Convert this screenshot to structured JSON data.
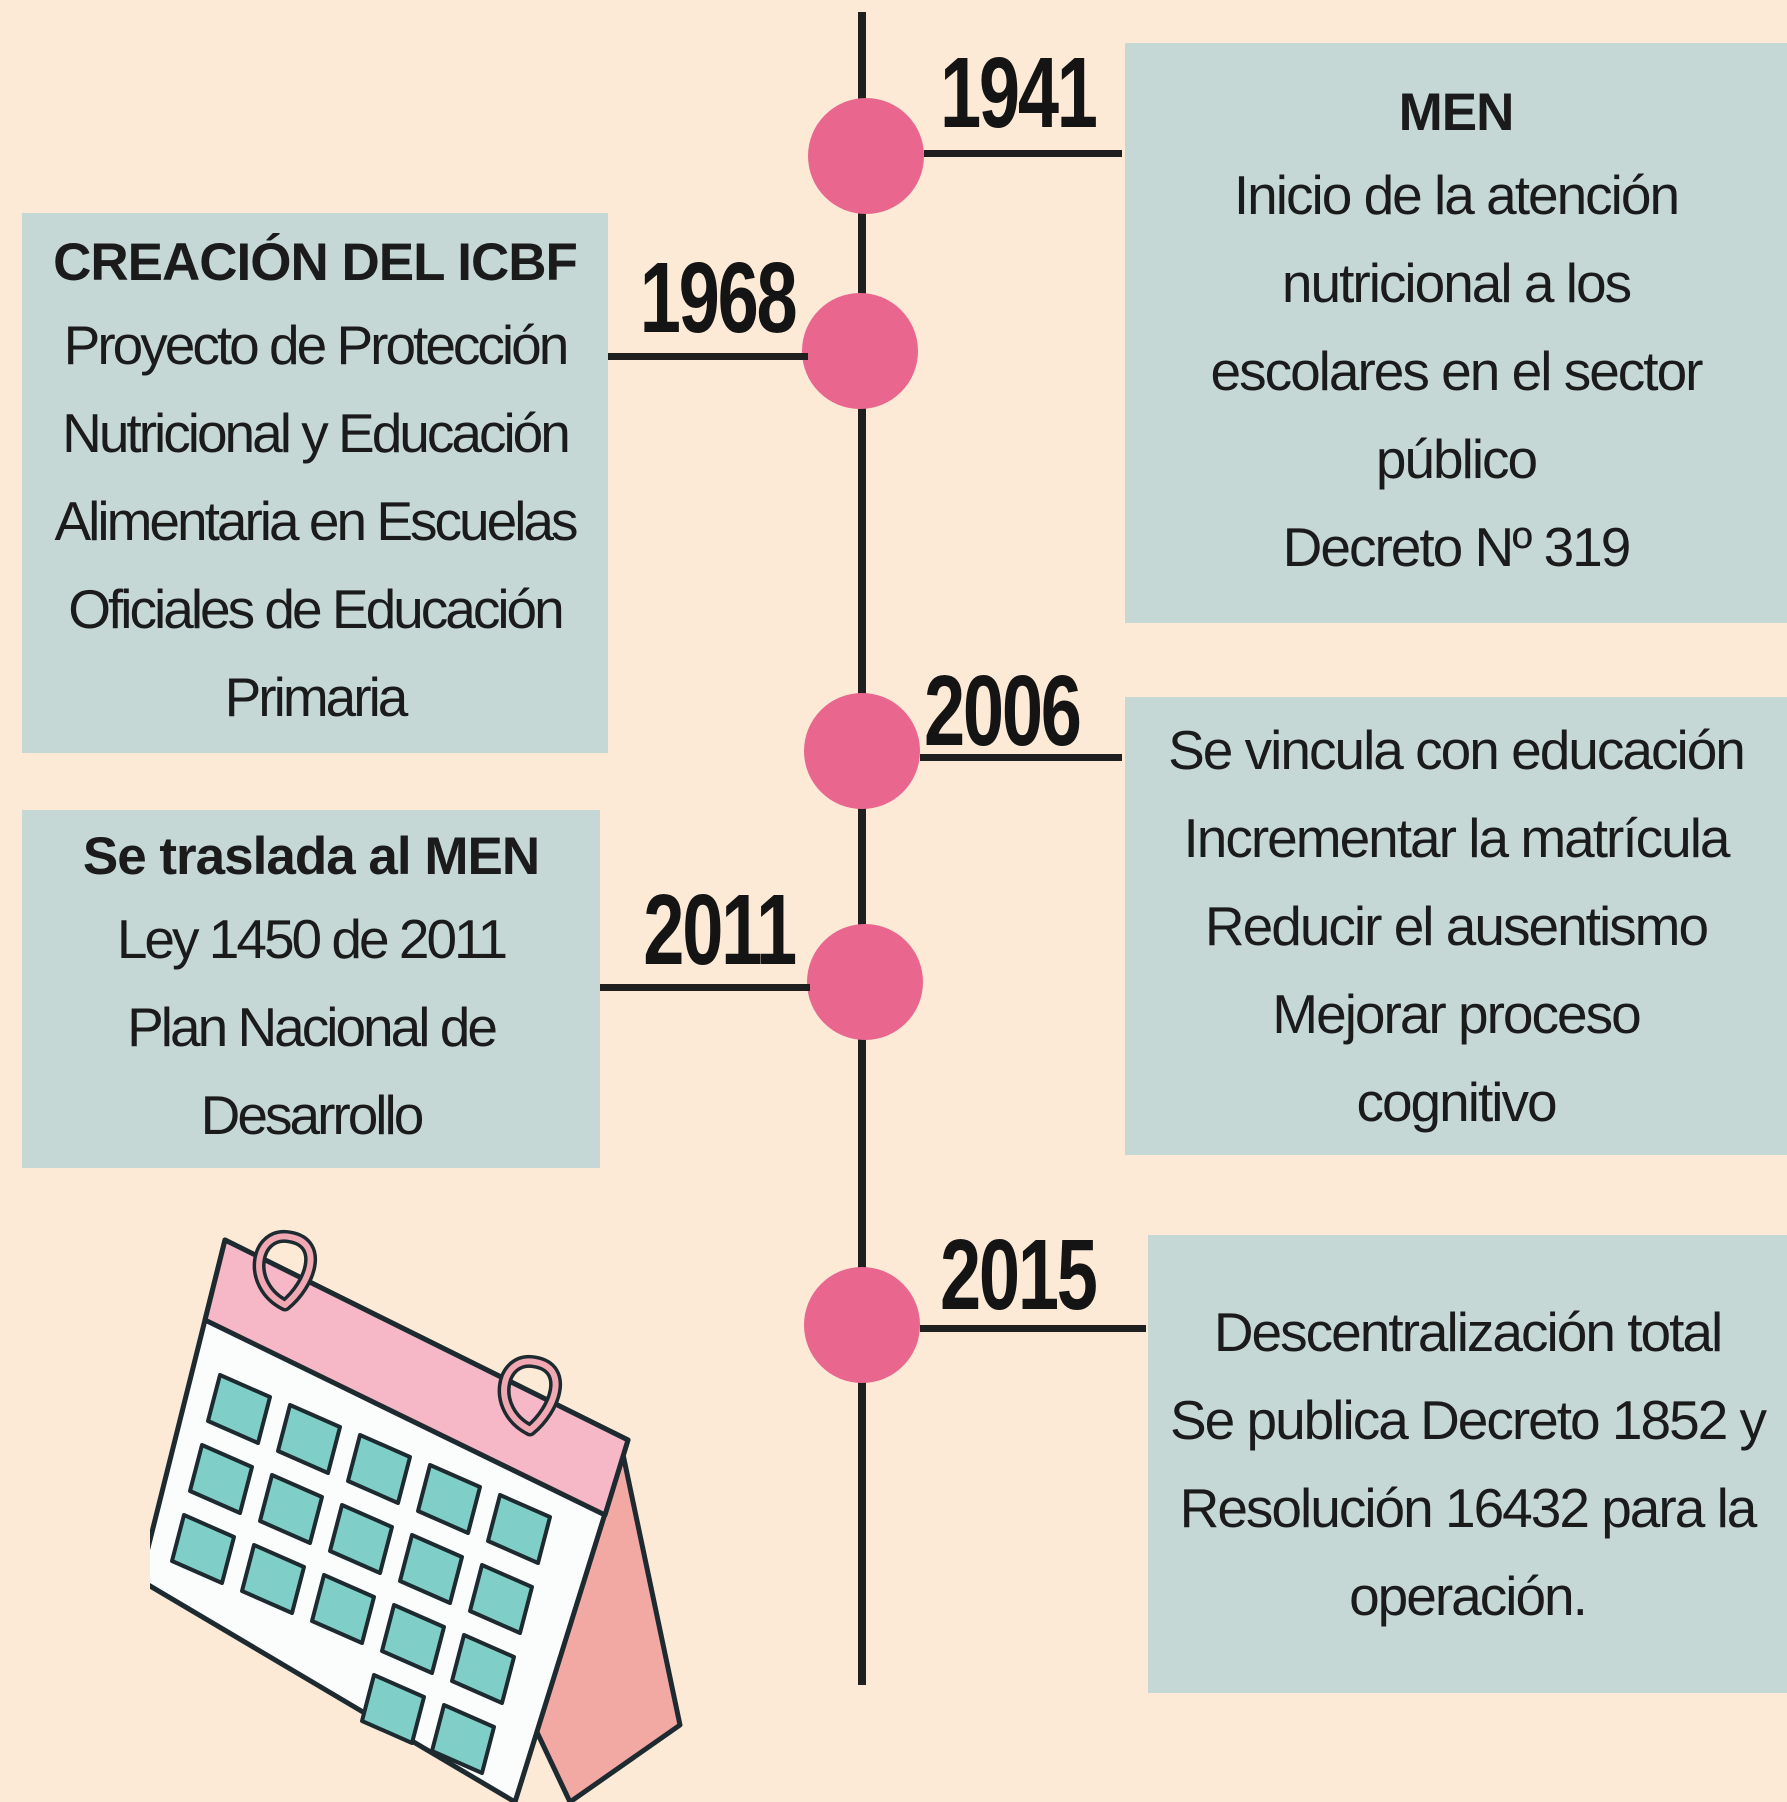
{
  "timeline": {
    "events": [
      {
        "year": "1941",
        "title": "MEN",
        "lines": [
          "Inicio de la atención",
          "nutricional a los",
          "escolares en el sector",
          "público",
          "Decreto Nº 319"
        ]
      },
      {
        "year": "1968",
        "title": "CREACIÓN DEL ICBF",
        "lines": [
          "Proyecto de Protección",
          "Nutricional y Educación",
          "Alimentaria en Escuelas",
          "Oficiales de Educación",
          "Primaria"
        ]
      },
      {
        "year": "2006",
        "title": "",
        "lines": [
          "Se vincula con educación",
          "Incrementar la matrícula",
          "Reducir el ausentismo",
          "Mejorar proceso",
          "cognitivo"
        ]
      },
      {
        "year": "2011",
        "title": "Se traslada al MEN",
        "lines": [
          "Ley 1450 de 2011",
          "Plan Nacional de",
          "Desarrollo"
        ]
      },
      {
        "year": "2015",
        "title": "",
        "lines": [
          "Descentralización total",
          "Se publica Decreto 1852 y",
          "Resolución 16432 para la",
          "operación."
        ]
      }
    ]
  },
  "colors": {
    "background": "#fce9d6",
    "box": "#c5d8d6",
    "dot": "#e9678f",
    "line": "#1f1f1f"
  },
  "decoration": {
    "icon": "calendar-icon"
  }
}
